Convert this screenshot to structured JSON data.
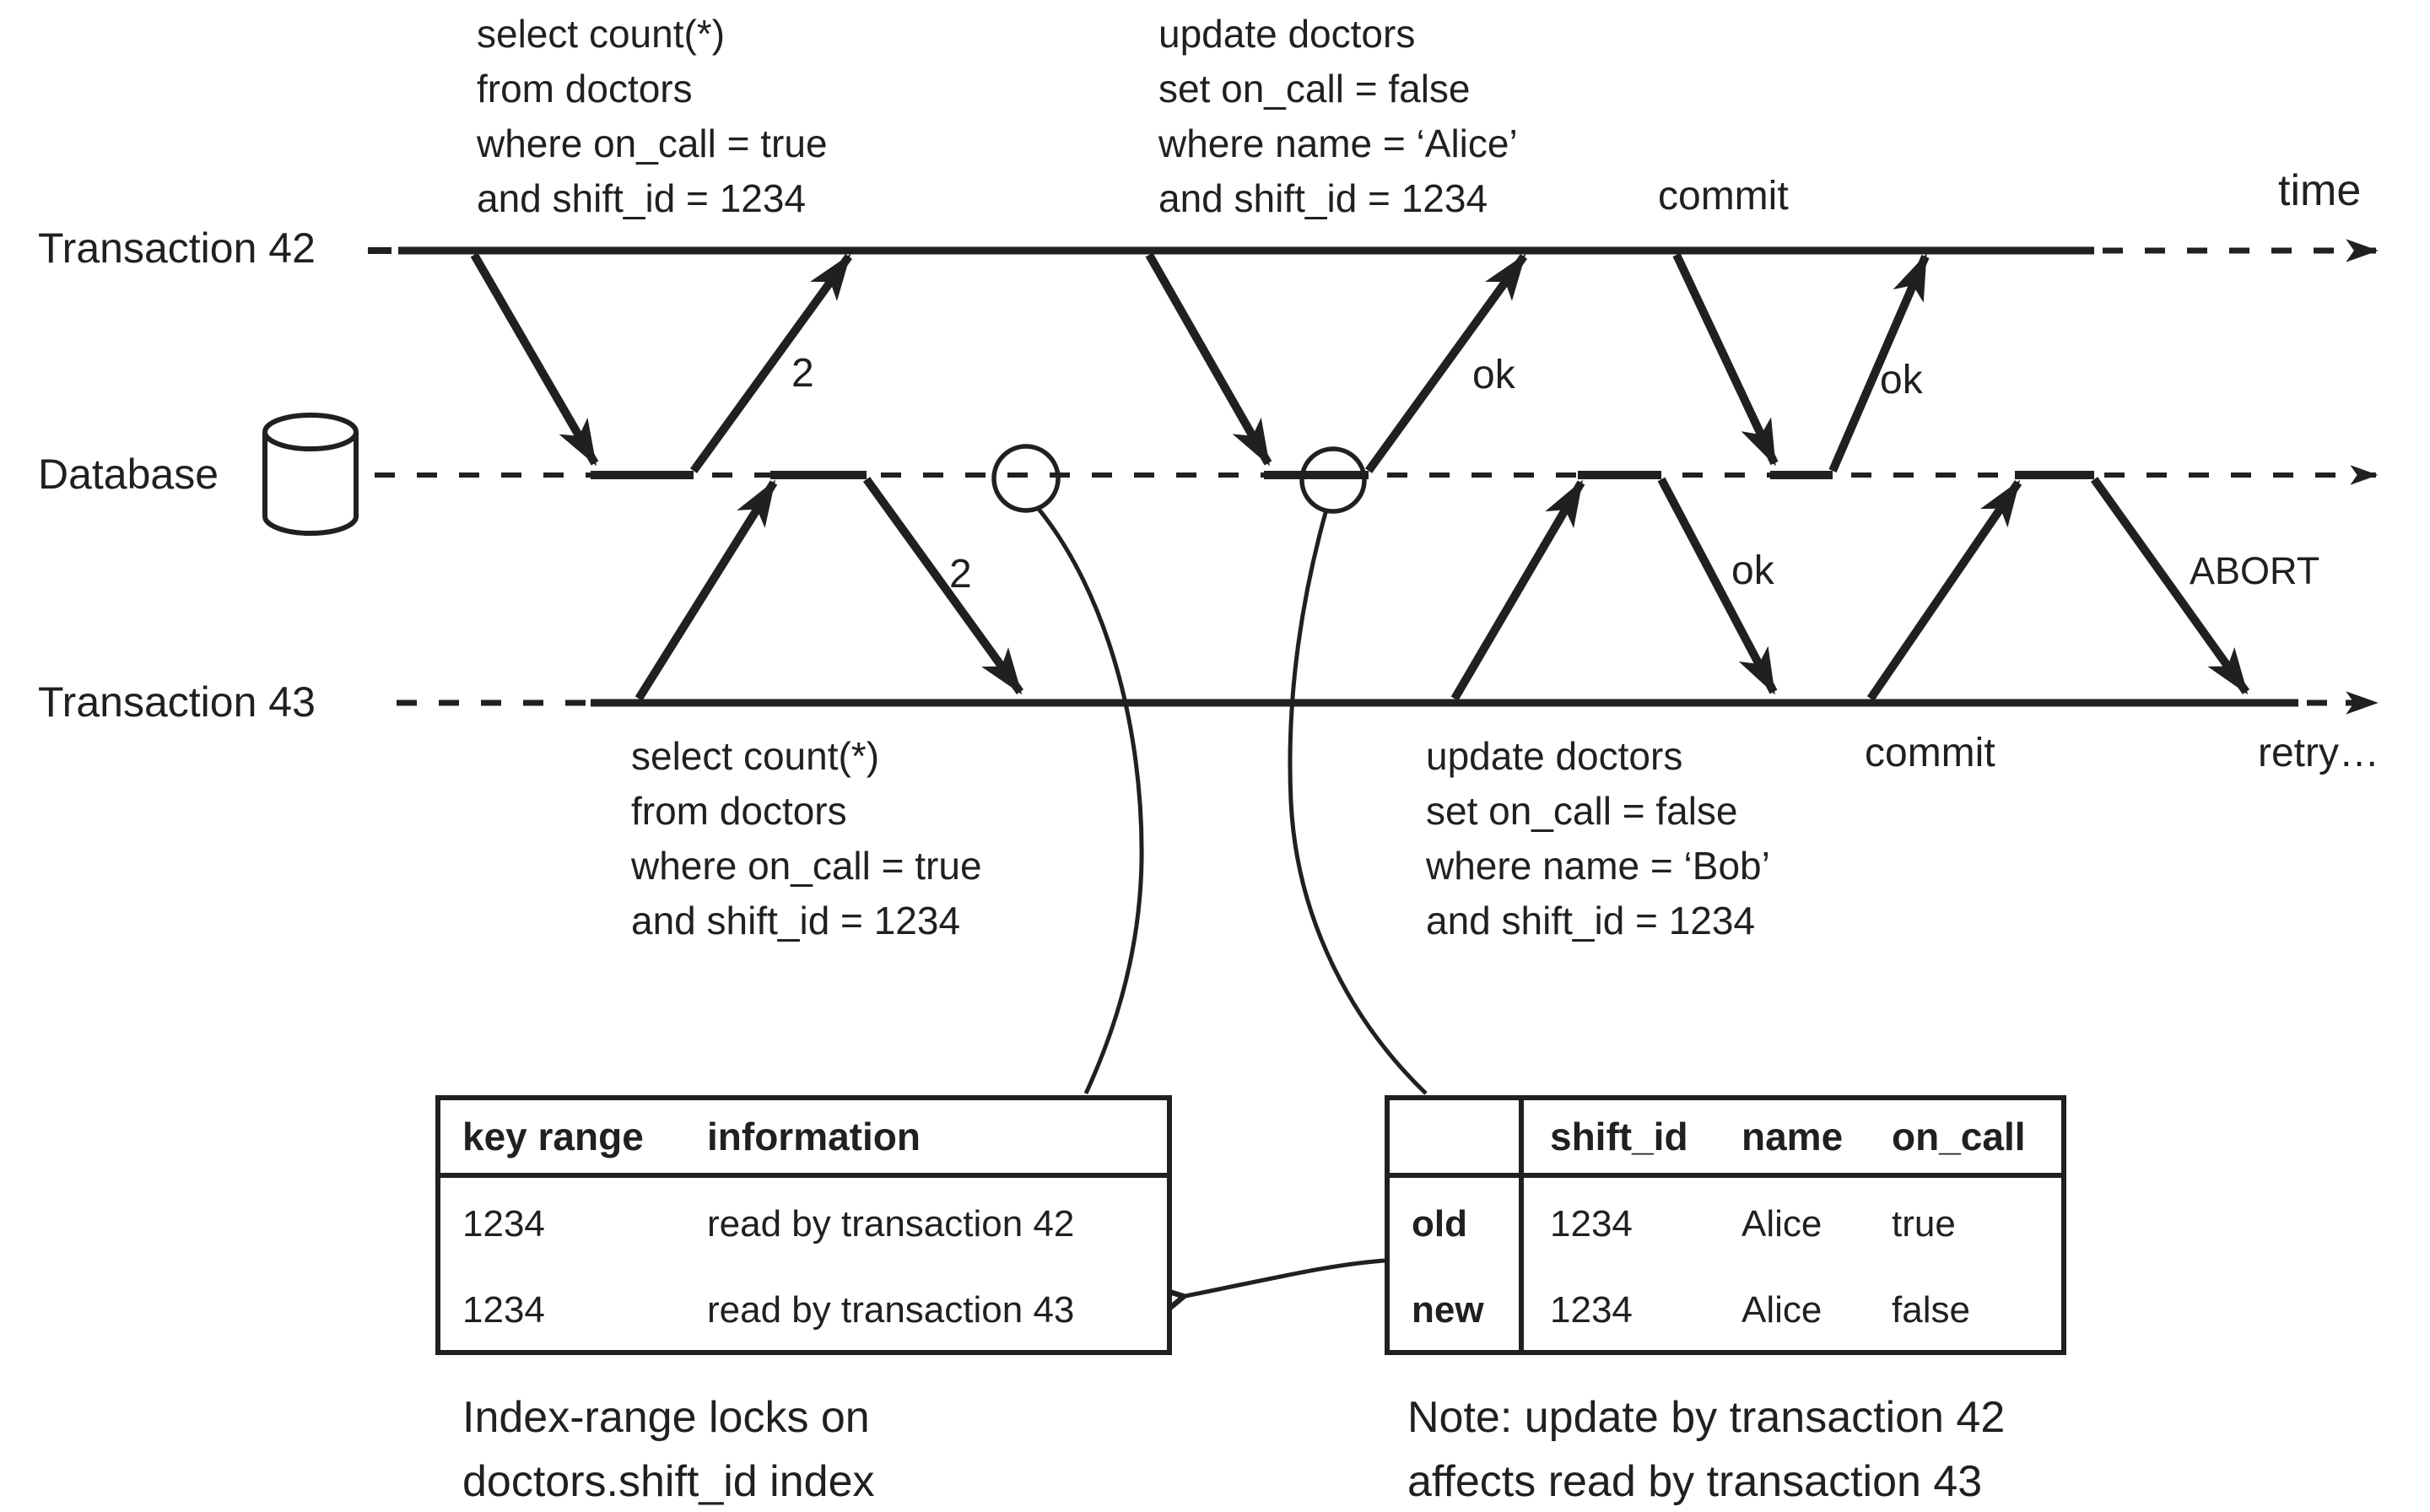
{
  "colors": {
    "ink": "#221f20",
    "bg": "#ffffff"
  },
  "lanes": {
    "t42_label": "Transaction 42",
    "db_label": "Database",
    "t43_label": "Transaction 43",
    "time_label": "time"
  },
  "t42": {
    "select_sql": "select count(*)\nfrom doctors\nwhere on_call = true\nand shift_id = 1234",
    "select_result": "2",
    "update_sql": "update doctors\nset on_call = false\nwhere name = ‘Alice’\nand shift_id = 1234",
    "update_result": "ok",
    "commit_label": "commit",
    "commit_result": "ok"
  },
  "t43": {
    "select_sql": "select count(*)\nfrom doctors\nwhere on_call = true\nand shift_id = 1234",
    "select_result": "2",
    "update_sql": "update doctors\nset on_call = false\nwhere name = ‘Bob’\nand shift_id = 1234",
    "update_result": "ok",
    "commit_label": "commit",
    "commit_result": "ABORT",
    "retry_label": "retry…"
  },
  "lock_table": {
    "headers": [
      "key range",
      "information"
    ],
    "rows": [
      [
        "1234",
        "read by transaction 42"
      ],
      [
        "1234",
        "read by transaction 43"
      ]
    ],
    "caption": "Index-range locks on\ndoctors.shift_id index"
  },
  "row_table": {
    "headers": [
      "",
      "shift_id",
      "name",
      "on_call"
    ],
    "rows": [
      [
        "old",
        "1234",
        "Alice",
        "true"
      ],
      [
        "new",
        "1234",
        "Alice",
        "false"
      ]
    ],
    "caption": "Note: update by transaction 42\naffects read by transaction 43"
  }
}
